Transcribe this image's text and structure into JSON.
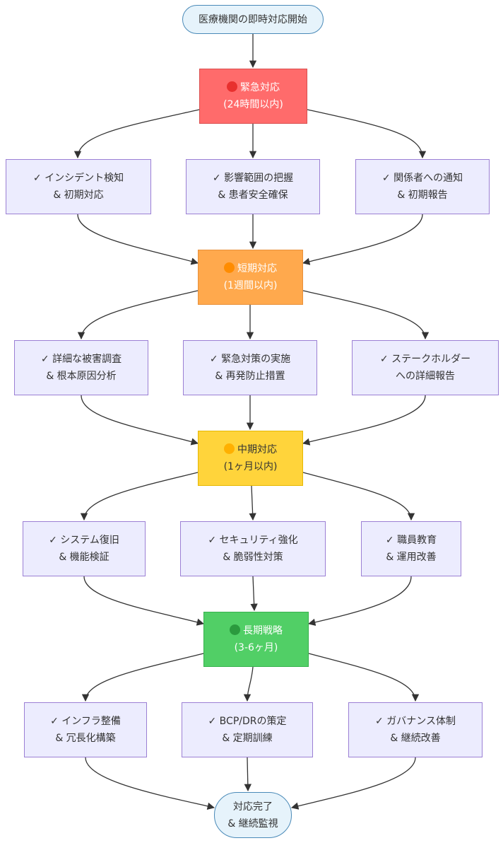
{
  "start": "医療機関の即時対応開始",
  "end": {
    "line1": "対応完了",
    "line2": "& 継続監視"
  },
  "phases": [
    {
      "icon": "red-circle-icon",
      "icon_color": "#e8302e",
      "title": "緊急対応",
      "period": "(24時間以内)",
      "tasks": [
        {
          "line1": "✓ インシデント検知",
          "line2": "& 初期対応"
        },
        {
          "line1": "✓ 影響範囲の把握",
          "line2": "& 患者安全確保"
        },
        {
          "line1": "✓ 関係者への通知",
          "line2": "& 初期報告"
        }
      ]
    },
    {
      "icon": "orange-circle-icon",
      "icon_color": "#ff8c00",
      "title": "短期対応",
      "period": "(1週間以内)",
      "tasks": [
        {
          "line1": "✓ 詳細な被害調査",
          "line2": "& 根本原因分析"
        },
        {
          "line1": "✓ 緊急対策の実施",
          "line2": "& 再発防止措置"
        },
        {
          "line1": "✓ ステークホルダー",
          "line2": "への詳細報告"
        }
      ]
    },
    {
      "icon": "yellow-circle-icon",
      "icon_color": "#ffb000",
      "title": "中期対応",
      "period": "(1ヶ月以内)",
      "tasks": [
        {
          "line1": "✓ システム復旧",
          "line2": "& 機能検証"
        },
        {
          "line1": "✓ セキュリティ強化",
          "line2": "& 脆弱性対策"
        },
        {
          "line1": "✓ 職員教育",
          "line2": "& 運用改善"
        }
      ]
    },
    {
      "icon": "green-circle-icon",
      "icon_color": "#2b9a3e",
      "title": "長期戦略",
      "period": "(3-6ヶ月)",
      "tasks": [
        {
          "line1": "✓ インフラ整備",
          "line2": "& 冗長化構築"
        },
        {
          "line1": "✓ BCP/DRの策定",
          "line2": "& 定期訓練"
        },
        {
          "line1": "✓ ガバナンス体制",
          "line2": "& 継続改善"
        }
      ]
    }
  ]
}
